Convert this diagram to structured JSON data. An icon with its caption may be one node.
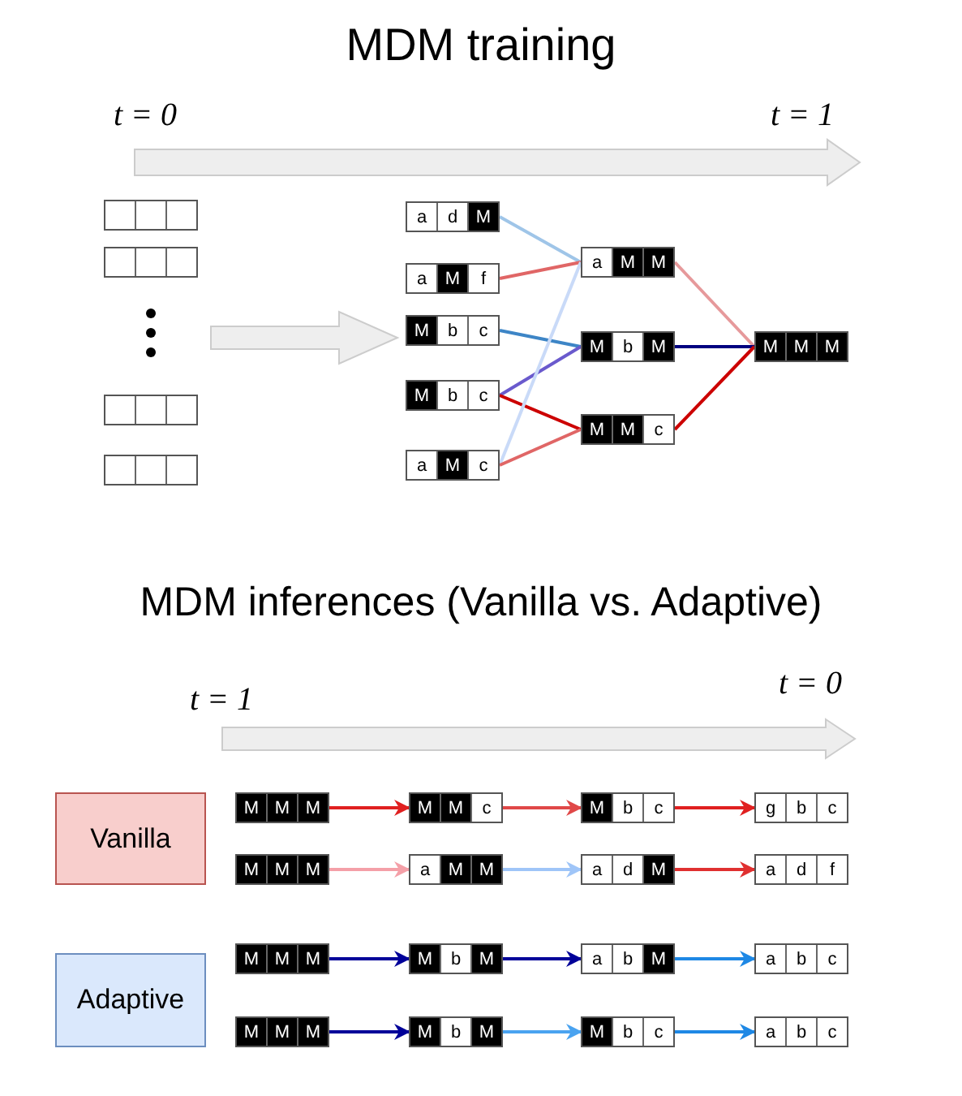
{
  "diagram": {
    "title": "MDM training",
    "nodes": [
      {
        "text": [],
        "shape": "box"
      },
      {
        "text": [],
        "shape": "box"
      },
      {
        "text": [],
        "shape": "box"
      },
      {
        "text": [],
        "shape": "box"
      },
      {
        "text": [
          "a",
          "d",
          "M"
        ]
      },
      {
        "text": [
          "a",
          "M",
          "f"
        ]
      },
      {
        "text": [
          "M",
          "b",
          "c"
        ]
      },
      {
        "text": [
          "M",
          "b",
          "c"
        ]
      },
      {
        "text": [
          "a",
          "M",
          "c"
        ]
      },
      {
        "text": [
          "a",
          "M",
          "M"
        ]
      },
      {
        "text": [
          "M",
          "b",
          "M"
        ]
      },
      {
        "text": [
          "M",
          "M",
          "c"
        ]
      },
      {
        "text": [
          "M",
          "M",
          "M"
        ]
      },
      {
        "text": [
          "Vanilla"
        ]
      },
      {
        "text": [
          "Adaptive"
        ]
      },
      {
        "text": [
          "M",
          "M",
          "M"
        ]
      },
      {
        "text": [
          "M",
          "M",
          "c"
        ]
      },
      {
        "text": [
          "M",
          "b",
          "c"
        ]
      },
      {
        "text": [
          "g",
          "b",
          "c"
        ]
      },
      {
        "text": [
          "M",
          "M",
          "M"
        ]
      },
      {
        "text": [
          "a",
          "M",
          "M"
        ]
      },
      {
        "text": [
          "a",
          "d",
          "M"
        ]
      },
      {
        "text": [
          "a",
          "d",
          "f"
        ]
      },
      {
        "text": [
          "M",
          "M",
          "M"
        ]
      },
      {
        "text": [
          "M",
          "b",
          "M"
        ]
      },
      {
        "text": [
          "a",
          "b",
          "M"
        ]
      },
      {
        "text": [
          "a",
          "b",
          "c"
        ]
      },
      {
        "text": [
          "M",
          "M",
          "M"
        ]
      },
      {
        "text": [
          "M",
          "b",
          "M"
        ]
      },
      {
        "text": [
          "M",
          "b",
          "c"
        ]
      },
      {
        "text": [
          "a",
          "b",
          "c"
        ]
      }
    ],
    "edges": [
      {
        "from": 4,
        "to": 9,
        "arrow": "none",
        "color": "#9fc5e8"
      },
      {
        "from": 5,
        "to": 9,
        "arrow": "none",
        "color": "#e06666"
      },
      {
        "from": 6,
        "to": 10,
        "arrow": "none",
        "color": "#3d85c6"
      },
      {
        "from": 7,
        "to": 10,
        "arrow": "none",
        "color": "#6a5acd"
      },
      {
        "from": 7,
        "to": 11,
        "arrow": "none",
        "color": "#cc0000"
      },
      {
        "from": 8,
        "to": 9,
        "arrow": "none",
        "color": "#c9daf8"
      },
      {
        "from": 8,
        "to": 11,
        "arrow": "none",
        "color": "#e06666"
      },
      {
        "from": 9,
        "to": 12,
        "arrow": "none",
        "color": "#e6999b"
      },
      {
        "from": 10,
        "to": 12,
        "arrow": "none",
        "color": "#000080"
      },
      {
        "from": 11,
        "to": 12,
        "arrow": "none",
        "color": "#cc0000"
      },
      {
        "from": 15,
        "to": 16,
        "arrow": "to",
        "color": "#e02020"
      },
      {
        "from": 16,
        "to": 17,
        "arrow": "to",
        "color": "#e04848"
      },
      {
        "from": 17,
        "to": 18,
        "arrow": "to",
        "color": "#e02020"
      },
      {
        "from": 19,
        "to": 20,
        "arrow": "to",
        "color": "#f4a0a8"
      },
      {
        "from": 20,
        "to": 21,
        "arrow": "to",
        "color": "#9fc5f8"
      },
      {
        "from": 21,
        "to": 22,
        "arrow": "to",
        "color": "#e03030"
      },
      {
        "from": 23,
        "to": 24,
        "arrow": "to",
        "color": "#000099"
      },
      {
        "from": 24,
        "to": 25,
        "arrow": "to",
        "color": "#000099"
      },
      {
        "from": 25,
        "to": 26,
        "arrow": "to",
        "color": "#1e88e5"
      },
      {
        "from": 27,
        "to": 28,
        "arrow": "to",
        "color": "#000099"
      },
      {
        "from": 28,
        "to": 29,
        "arrow": "to",
        "color": "#4aa3f0"
      },
      {
        "from": 29,
        "to": 30,
        "arrow": "to",
        "color": "#1e88e5"
      }
    ],
    "labels": [
      "t = 0",
      "t = 1",
      "MDM inferences (Vanilla vs. Adaptive)",
      "t = 1",
      "t = 0"
    ]
  }
}
